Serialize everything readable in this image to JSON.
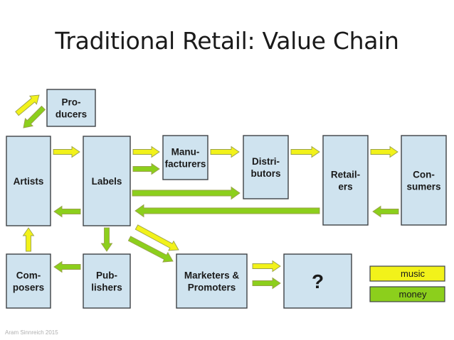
{
  "title": "Traditional Retail: Value Chain",
  "footer": "Aram Sinnreich 2015",
  "colors": {
    "music": "#f2f21a",
    "money": "#8ccf1c",
    "box_fill": "#cfe3ef",
    "box_stroke": "#3e4245",
    "arrow_stroke": "#9aa14a"
  },
  "boxes": {
    "producers": {
      "lines": [
        "Pro-",
        "ducers"
      ]
    },
    "artists": {
      "lines": [
        "Artists"
      ]
    },
    "labels": {
      "lines": [
        "Labels"
      ]
    },
    "manufacturers": {
      "lines": [
        "Manu-",
        "facturers"
      ]
    },
    "distributors": {
      "lines": [
        "Distri-",
        "butors"
      ]
    },
    "retailers": {
      "lines": [
        "Retail-",
        "ers"
      ]
    },
    "consumers": {
      "lines": [
        "Con-",
        "sumers"
      ]
    },
    "composers": {
      "lines": [
        "Com-",
        "posers"
      ]
    },
    "publishers": {
      "lines": [
        "Pub-",
        "lishers"
      ]
    },
    "marketers": {
      "lines": [
        "Marketers &",
        "Promoters"
      ]
    },
    "unknown": {
      "lines": [
        "?"
      ]
    }
  },
  "legend": {
    "music_label": "music",
    "money_label": "money"
  }
}
